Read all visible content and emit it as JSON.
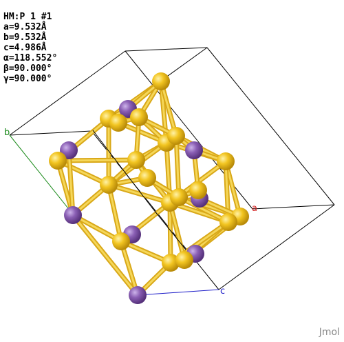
{
  "info": {
    "space_group": "HM:P 1 #1",
    "a": "a=9.532Å",
    "b": "b=9.532Å",
    "c": "c=4.986Å",
    "alpha": "α=118.552°",
    "beta": "β=90.000°",
    "gamma": "γ=90.000°"
  },
  "axes": {
    "a": {
      "label": "a",
      "color": "#d42020"
    },
    "b": {
      "label": "b",
      "color": "#1a8a1a"
    },
    "c": {
      "label": "c",
      "color": "#1c1cc8"
    }
  },
  "colors": {
    "gold_atom": "#f0c020",
    "purple_atom": "#8a5fb4",
    "box": "#000000"
  },
  "watermark": "Jmol"
}
